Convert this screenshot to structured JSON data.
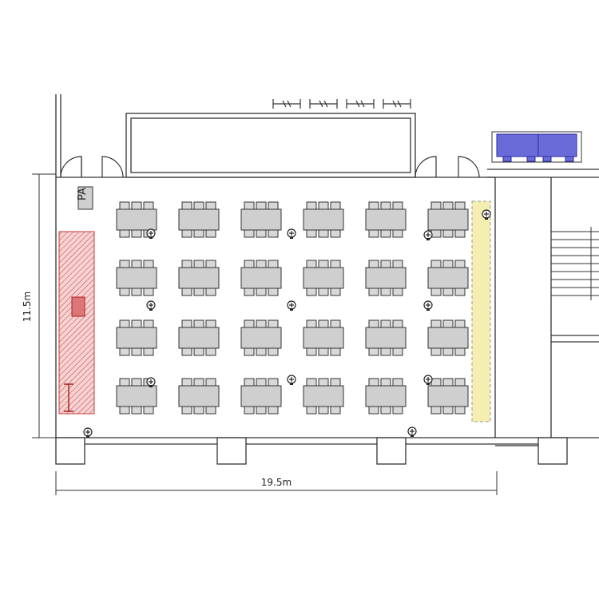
{
  "labels": {
    "width_dimension": "19.5m",
    "height_dimension": "11.5m",
    "pa": "PA"
  },
  "colors": {
    "stage": "#c23a3a",
    "stage_fill": "#f3c6c6",
    "registration": "#e9df9a",
    "blue_unit": "#3a3ac0",
    "table_fill": "#d0d0d0",
    "wall": "#333333"
  },
  "layout_summary": {
    "table_rows": 4,
    "table_columns": 6,
    "chairs_per_side": 3
  }
}
